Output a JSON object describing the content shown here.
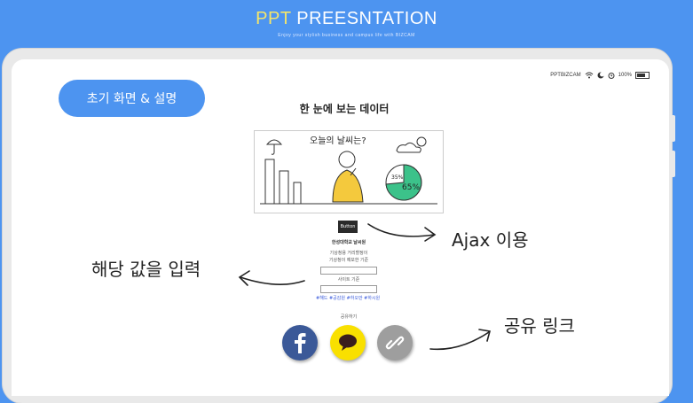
{
  "banner": {
    "title_accent": "PPT",
    "title_rest": " PREESNTATION",
    "subtitle": "Enjoy your stylish business and campus life with BIZCAM"
  },
  "status": {
    "carrier": "PPTBIZCAM",
    "battery": "100%"
  },
  "section_button": "초기 화면 & 설명",
  "phone": {
    "title": "한 눈에 보는 데이터",
    "illus_text": "오늘의 날씨는?",
    "illus_pct_small": "35%",
    "illus_pct_big": "65%",
    "mini_button": "Button",
    "school": "한성대학교 날씨원",
    "desc_line1": "기상청용 거리할정이",
    "desc_line2": "기상청이 예보한 기준",
    "sub_label": "사이트 기준",
    "tags": "#해드 #공감원 #하오만 #하시원",
    "share_label": "공유하기"
  },
  "annotations": {
    "ajax": "Ajax 이용",
    "input": "해당 값을 입력",
    "share_link": "공유 링크"
  },
  "colors": {
    "background": "#4d94f0",
    "banner_accent": "#f5e66a",
    "facebook": "#3b5998",
    "kakao": "#f9e000",
    "link": "#9e9e9e"
  },
  "icons": [
    "wifi-icon",
    "alarm-icon",
    "battery-icon",
    "facebook-icon",
    "kakao-talk-icon",
    "link-icon",
    "arrow-icon",
    "umbrella-icon",
    "cloud-sun-icon"
  ]
}
